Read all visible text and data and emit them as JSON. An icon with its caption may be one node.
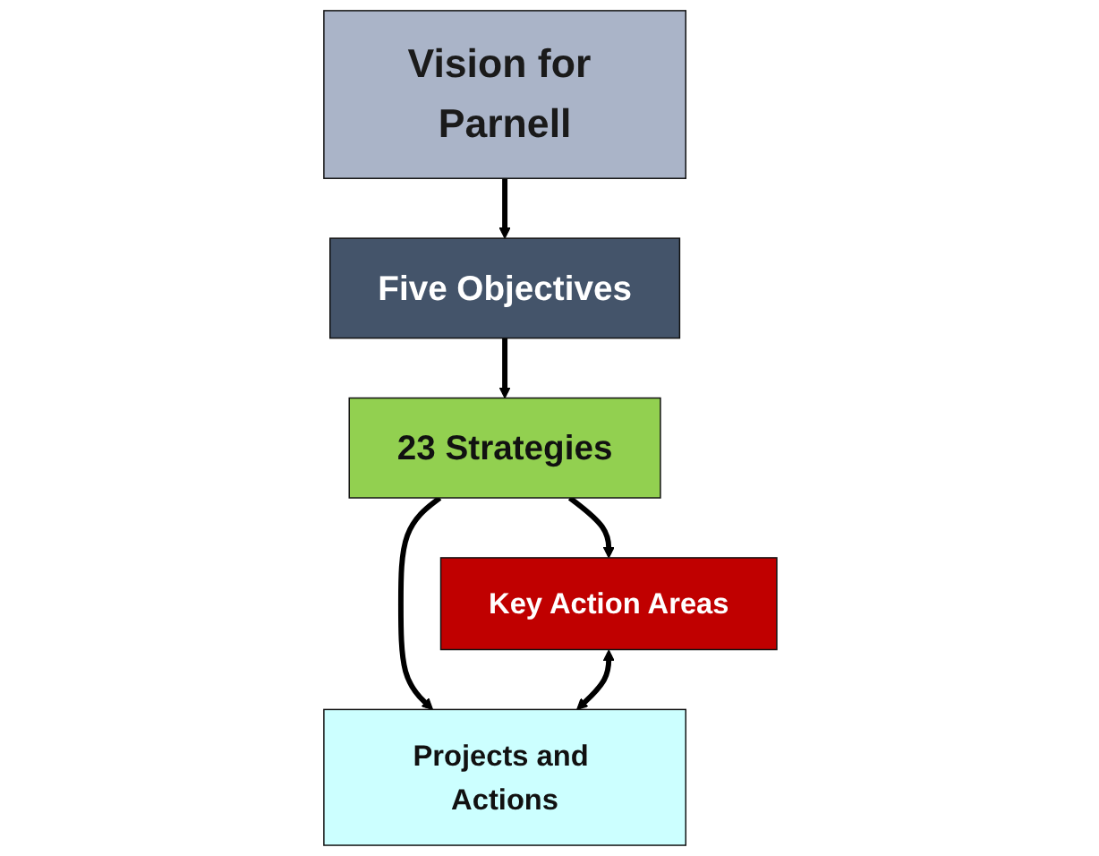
{
  "diagram": {
    "nodes": [
      {
        "text": [
          "Vision for Parnell"
        ]
      },
      {
        "text": [
          "Five Objectives"
        ]
      },
      {
        "text": [
          "23 Strategies"
        ]
      },
      {
        "text": [
          "Key Action Areas"
        ]
      },
      {
        "text": [
          "Projects and Actions"
        ]
      }
    ],
    "edges": [
      {
        "from": 0,
        "to": 1,
        "arrow": "to"
      },
      {
        "from": 1,
        "to": 2,
        "arrow": "to"
      },
      {
        "from": 2,
        "to": 3,
        "arrow": "to"
      },
      {
        "from": 2,
        "to": 4,
        "arrow": "to"
      },
      {
        "from": 3,
        "to": 4,
        "arrow": "both"
      }
    ]
  }
}
